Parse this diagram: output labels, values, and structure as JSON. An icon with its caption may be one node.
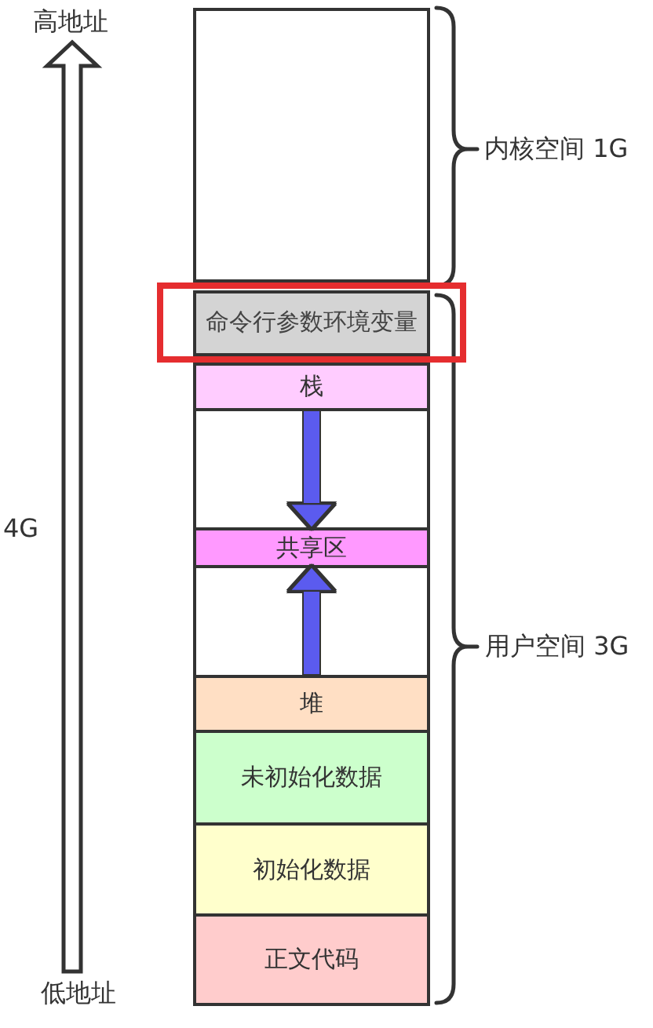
{
  "diagram": {
    "nodes": [
      {
        "text": [],
        "shape": "box",
        "beside": [
          "内核空间 1G"
        ]
      },
      {
        "text": [],
        "shape": "box"
      },
      {
        "text": [
          "命令行参数环境变量"
        ],
        "in": 1
      },
      {
        "text": [
          "栈"
        ]
      },
      {
        "text": [
          "共享区"
        ]
      },
      {
        "text": [
          "堆"
        ]
      },
      {
        "text": [
          "未初始化数据"
        ]
      },
      {
        "text": [
          "初始化数据"
        ]
      },
      {
        "text": [
          "正文代码"
        ]
      }
    ],
    "edges": [
      {
        "from": 3,
        "to": 4,
        "arrow": "to"
      },
      {
        "from": 5,
        "to": 4,
        "arrow": "to"
      }
    ],
    "labels": [
      "高地址",
      "4G",
      "用户空间 3G",
      "低地址"
    ]
  }
}
